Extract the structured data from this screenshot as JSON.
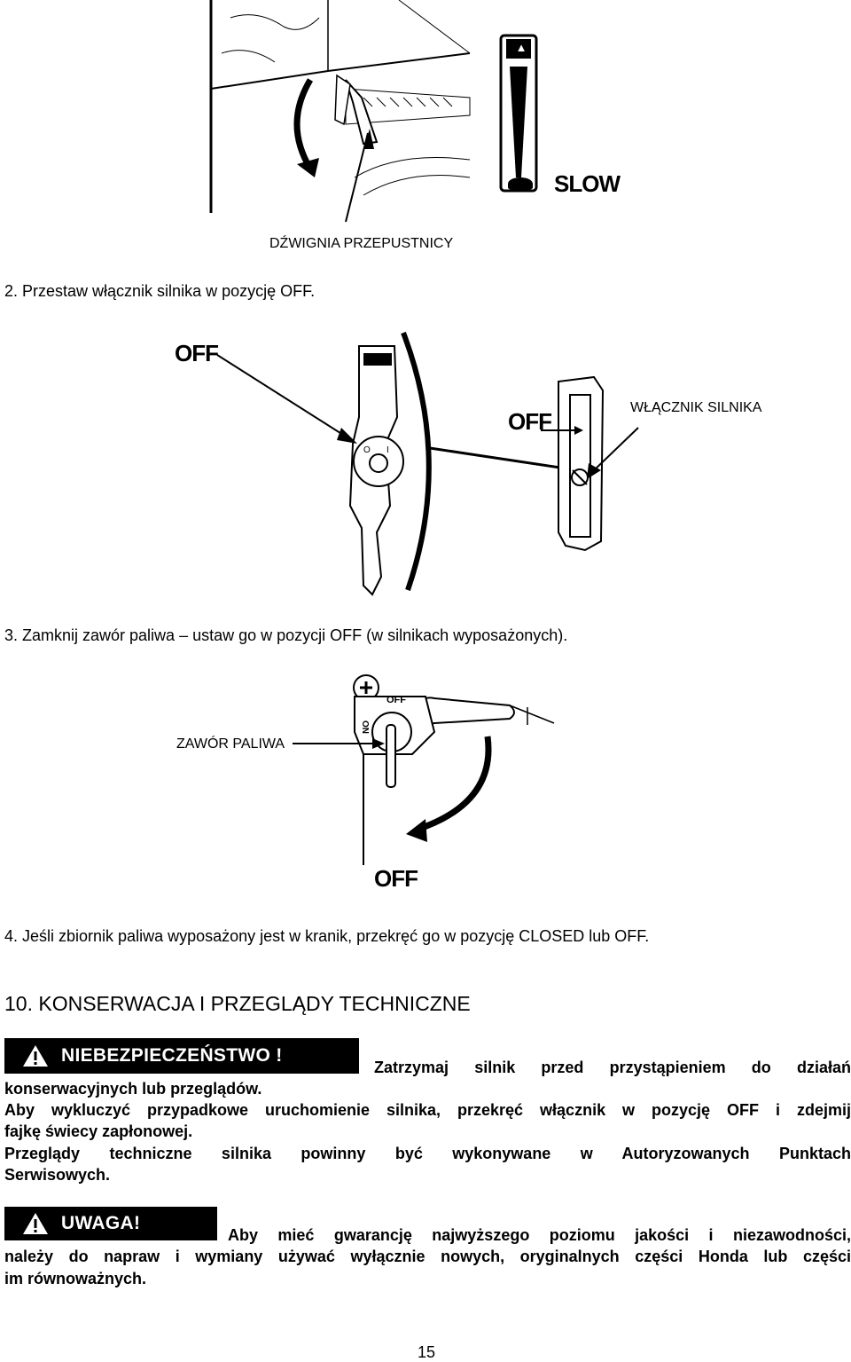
{
  "figure1": {
    "slow_label": "SLOW",
    "caption": "DŹWIGNIA PRZEPUSTNICY",
    "icons": [
      "rabbit-icon",
      "turtle-icon"
    ]
  },
  "step2": "2.  Przestaw włącznik silnika w pozycję OFF.",
  "figure2": {
    "off_label_left": "OFF",
    "off_label_right": "OFF",
    "caption": "WŁĄCZNIK SILNIKA"
  },
  "step3": "3.  Zamknij zawór paliwa – ustaw go w pozycji OFF (w silnikach wyposażonych).",
  "figure3": {
    "caption": "ZAWÓR PALIWA",
    "off_label": "OFF",
    "valve_off_small": "OFF",
    "valve_on_small": "ON"
  },
  "step4": "4.  Jeśli zbiornik paliwa wyposażony jest w kranik, przekręć go w pozycję CLOSED lub OFF.",
  "section_title": "10. KONSERWACJA I PRZEGLĄDY TECHNICZNE",
  "danger": {
    "badge": "NIEBEZPIECZEŃSTWO !",
    "line1": "Zatrzymaj silnik przed przystąpieniem do działań",
    "line2": "konserwacyjnych lub przeglądów.",
    "line3": "Aby wykluczyć przypadkowe uruchomienie silnika, przekręć włącznik w pozycję OFF i zdejmij",
    "line4": "fajkę świecy zapłonowej.",
    "line5": "Przeglądy techniczne silnika powinny być wykonywane w Autoryzowanych Punktach",
    "line6": "Serwisowych."
  },
  "caution": {
    "badge": "UWAGA!",
    "line1": "Aby mieć gwarancję najwyższego poziomu jakości i niezawodności,",
    "line2": "należy do napraw i wymiany używać wyłącznie nowych, oryginalnych części Honda lub części",
    "line3": "im równoważnych."
  },
  "page_number": "15"
}
